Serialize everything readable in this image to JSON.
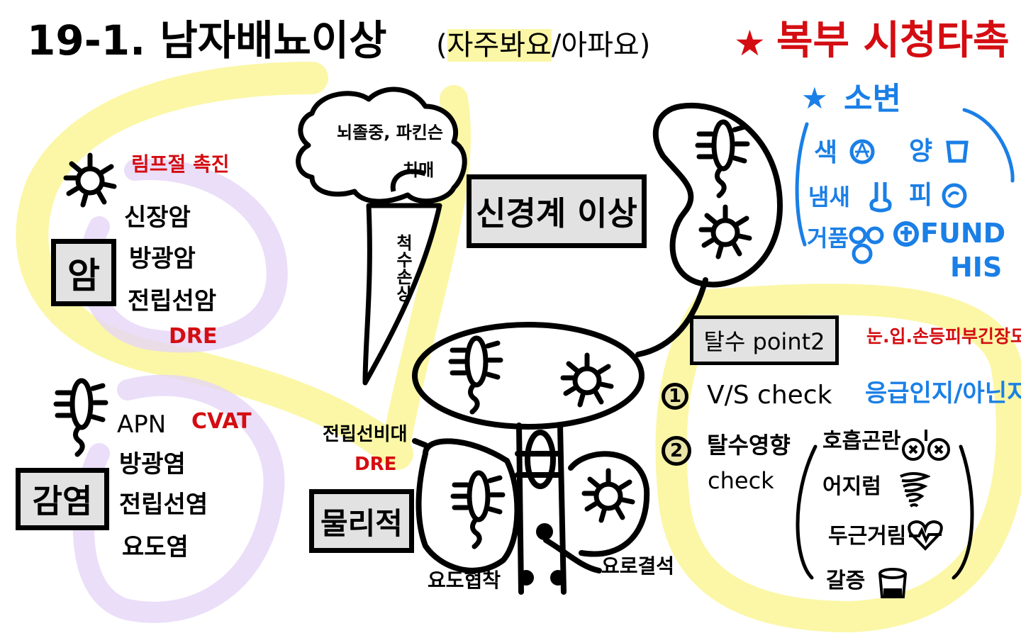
{
  "title": {
    "main": "19-1. 남자배뇨이상",
    "sub_open": "(",
    "sub_highlight": "자주봐요",
    "sub_rest": "/아파요)",
    "exam_star": "★",
    "exam": "복부 시청타촉"
  },
  "cancer": {
    "label": "암",
    "note": "림프절 촉진",
    "items": [
      "신장암",
      "방광암",
      "전립선암"
    ],
    "exam": "DRE"
  },
  "infection": {
    "label": "감염",
    "items": [
      "APN",
      "방광염",
      "전립선염",
      "요도염"
    ],
    "exam": "CVAT"
  },
  "neuro": {
    "label": "신경계 이상",
    "cloud": [
      "뇌졸중, 파킨슨",
      "치매"
    ],
    "tail": "척수손상"
  },
  "physical": {
    "label": "물리적",
    "bph": "전립선비대",
    "exam": "DRE",
    "stricture": "요도협착",
    "stone": "요로결석"
  },
  "urine": {
    "star": "★",
    "title": "소변",
    "items": [
      "색",
      "양",
      "냄새",
      "피",
      "거품"
    ],
    "tests": [
      "FUND",
      "HIS"
    ]
  },
  "dehydration": {
    "label": "탈수 point2",
    "signs": "눈.입.손등피부긴장도",
    "step1_num": "1",
    "step1": "V/S  check",
    "step1_note": "응급인지/아닌지",
    "step2_num": "2",
    "step2": [
      "탈수영향",
      "check"
    ],
    "symptoms": [
      "호흡곤란",
      "어지럼",
      "두근거림",
      "갈증"
    ]
  },
  "colors": {
    "highlight": "#fbf7a6",
    "purple": "#e6d6f7",
    "red": "#d40d12",
    "blue": "#1a7fe6",
    "box": "#e2e2e2"
  }
}
